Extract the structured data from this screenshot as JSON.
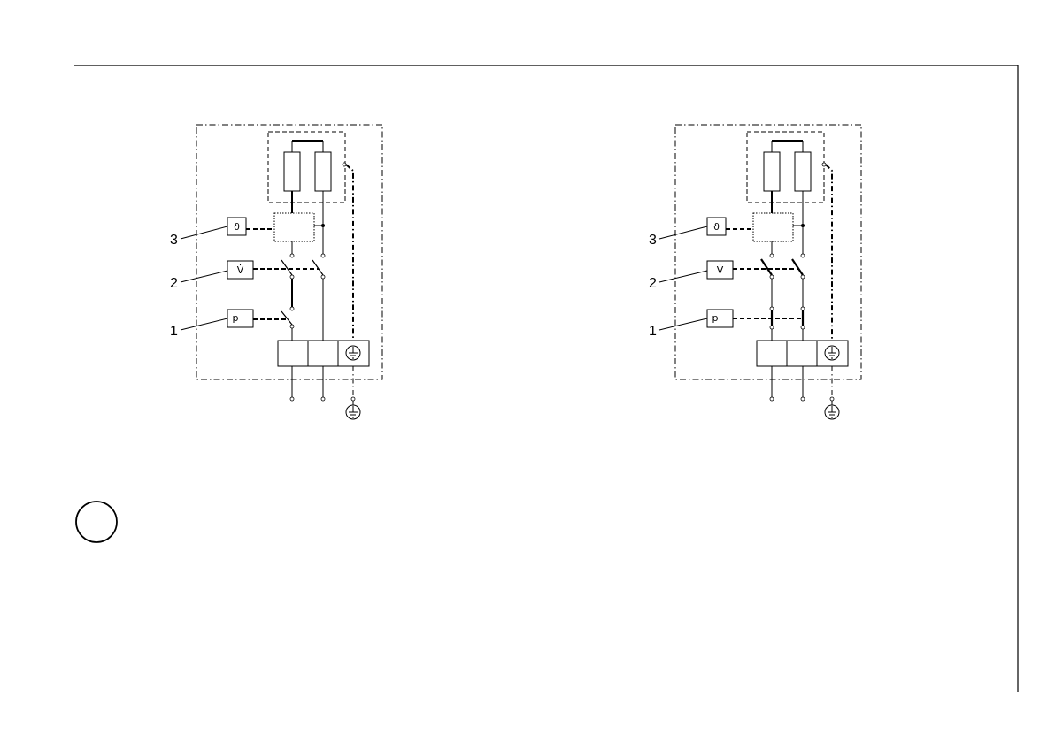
{
  "labels": {
    "item_1": "1",
    "item_2": "2",
    "item_3": "3"
  },
  "symbols": {
    "temperature": "ϑ",
    "flow": "V̇",
    "pressure": "p"
  }
}
